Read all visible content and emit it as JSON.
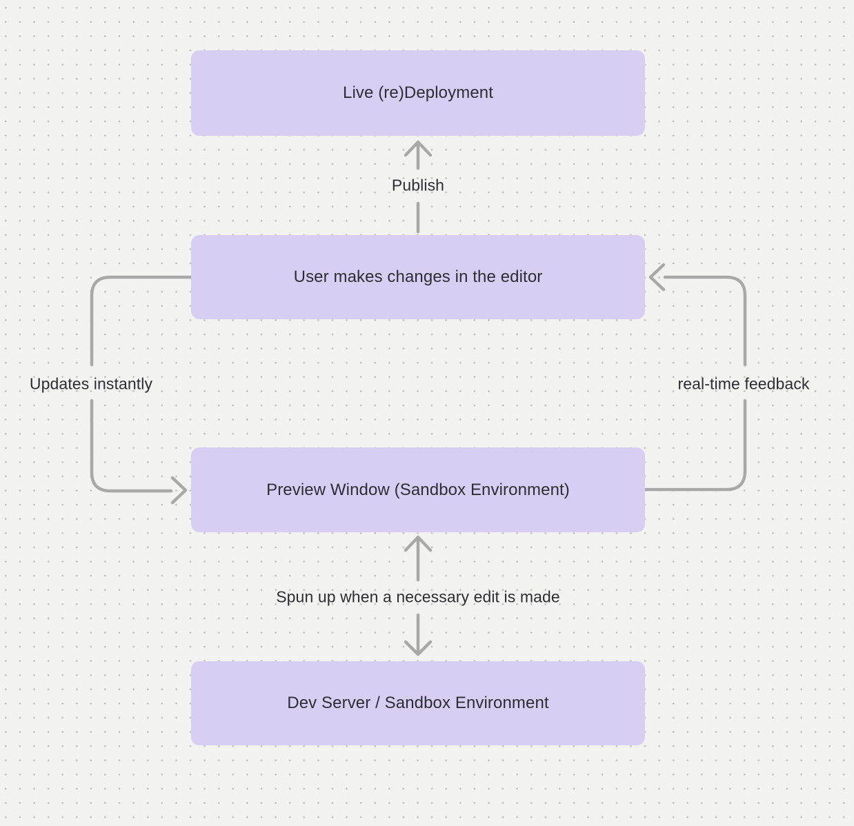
{
  "diagram": {
    "title": "editor-deployment-flow",
    "colors": {
      "background": "#f2f2f1",
      "grid_dot": "#bdbdbb",
      "node_fill": "#d8cef4",
      "arrow": "#a8a8a8",
      "text": "#2e2d33"
    },
    "nodes": [
      {
        "id": "live-redeployment",
        "label": "Live (re)Deployment"
      },
      {
        "id": "user-editor",
        "label": "User makes changes in the editor"
      },
      {
        "id": "preview-window",
        "label": "Preview Window (Sandbox Environment)"
      },
      {
        "id": "dev-server",
        "label": "Dev Server / Sandbox Environment"
      }
    ],
    "edges": [
      {
        "id": "publish",
        "label": "Publish",
        "from": "user-editor",
        "to": "live-redeployment",
        "style": "straight-up"
      },
      {
        "id": "updates-instantly",
        "label": "Updates instantly",
        "from": "user-editor",
        "to": "preview-window",
        "style": "left-loop"
      },
      {
        "id": "real-time-feedback",
        "label": "real-time feedback",
        "from": "preview-window",
        "to": "user-editor",
        "style": "right-loop"
      },
      {
        "id": "spun-up",
        "label": "Spun up when a necessary edit is made",
        "from": "preview-window",
        "to": "dev-server",
        "style": "bidirectional"
      }
    ]
  }
}
